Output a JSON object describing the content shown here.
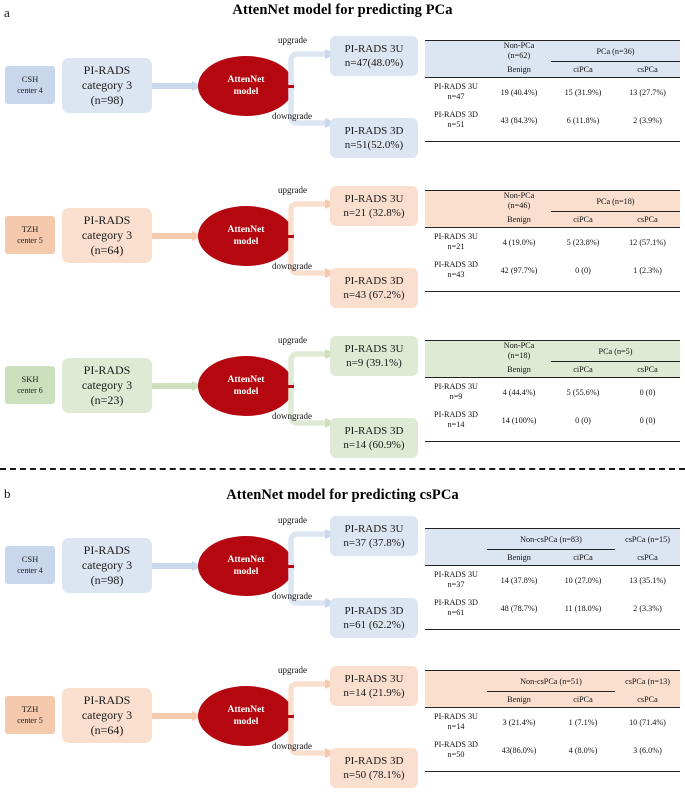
{
  "figure": {
    "panels": [
      {
        "letter": "a",
        "title": "AttenNet model for predicting PCa",
        "accent": "#dce5f2",
        "accent_dark": "#c3d3ea",
        "model_color": "#b50710",
        "blocks": [
          {
            "center": {
              "line1": "CSH",
              "line2": "center 4"
            },
            "category": {
              "line1": "PI-RADS",
              "line2": "category  3",
              "line3": "(n=98)"
            },
            "model": {
              "line1": "AttenNet",
              "line2": "model"
            },
            "edges": {
              "up": "upgrade",
              "down": "downgrade"
            },
            "upgrade": {
              "line1": "PI-RADS 3U",
              "line2": "n=47(48.0%)"
            },
            "downgrade": {
              "line1": "PI-RADS 3D",
              "line2": "n=51(52.0%)"
            },
            "table": {
              "group_left": {
                "line1": "Non-PCa",
                "line2": "(n=62)"
              },
              "group_right": "PCa (n=36)",
              "columns": [
                "Benign",
                "ciPCa",
                "csPCa"
              ],
              "rows": [
                {
                  "label1": "PI-RADS 3U",
                  "label2": "n=47",
                  "cells": [
                    "19 (40.4%)",
                    "15 (31.9%)",
                    "13 (27.7%)"
                  ]
                },
                {
                  "label1": "PI-RADS 3D",
                  "label2": "n=51",
                  "cells": [
                    "43 (84.3%)",
                    "6 (11.8%)",
                    "2 (3.9%)"
                  ]
                }
              ]
            }
          },
          {
            "center": {
              "line1": "TZH",
              "line2": "center 5"
            },
            "category": {
              "line1": "PI-RADS",
              "line2": "category  3",
              "line3": "(n=64)"
            },
            "model": {
              "line1": "AttenNet",
              "line2": "model"
            },
            "edges": {
              "up": "upgrade",
              "down": "downgrade"
            },
            "upgrade": {
              "line1": "PI-RADS 3U",
              "line2": "n=21 (32.8%)"
            },
            "downgrade": {
              "line1": "PI-RADS 3D",
              "line2": "n=43 (67.2%)"
            },
            "table": {
              "group_left": {
                "line1": "Non-PCa",
                "line2": "(n=46)"
              },
              "group_right": "PCa (n=18)",
              "columns": [
                "Benign",
                "ciPCa",
                "csPCa"
              ],
              "rows": [
                {
                  "label1": "PI-RADS 3U",
                  "label2": "n=21",
                  "cells": [
                    "4 (19.0%)",
                    "5 (23.8%)",
                    "12 (57.1%)"
                  ]
                },
                {
                  "label1": "PI-RADS 3D",
                  "label2": "n=43",
                  "cells": [
                    "42 (97.7%)",
                    "0 (0)",
                    "1 (2.3%)"
                  ]
                }
              ]
            }
          },
          {
            "center": {
              "line1": "SKH",
              "line2": "center 6"
            },
            "category": {
              "line1": "PI-RADS",
              "line2": "category  3",
              "line3": "(n=23)"
            },
            "model": {
              "line1": "AttenNet",
              "line2": "model"
            },
            "edges": {
              "up": "upgrade",
              "down": "downgrade"
            },
            "upgrade": {
              "line1": "PI-RADS 3U",
              "line2": "n=9 (39.1%)"
            },
            "downgrade": {
              "line1": "PI-RADS 3D",
              "line2": "n=14 (60.9%)"
            },
            "table": {
              "group_left": {
                "line1": "Non-PCa",
                "line2": "(n=18)"
              },
              "group_right": "PCa (n=5)",
              "columns": [
                "Benign",
                "ciPCa",
                "csPCa"
              ],
              "rows": [
                {
                  "label1": "PI-RADS 3U",
                  "label2": "n=9",
                  "cells": [
                    "4 (44.4%)",
                    "5 (55.6%)",
                    "0 (0)"
                  ]
                },
                {
                  "label1": "PI-RADS 3D",
                  "label2": "n=14",
                  "cells": [
                    "14 (100%)",
                    "0 (0)",
                    "0 (0)"
                  ]
                }
              ]
            }
          }
        ]
      },
      {
        "letter": "b",
        "title": "AttenNet model for predicting csPCa",
        "blocks": [
          {
            "center": {
              "line1": "CSH",
              "line2": "center 4"
            },
            "category": {
              "line1": "PI-RADS",
              "line2": "category  3",
              "line3": "(n=98)"
            },
            "model": {
              "line1": "AttenNet",
              "line2": "model"
            },
            "edges": {
              "up": "upgrade",
              "down": "downgrade"
            },
            "upgrade": {
              "line1": "PI-RADS 3U",
              "line2": "n=37 (37.8%)"
            },
            "downgrade": {
              "line1": "PI-RADS 3D",
              "line2": "n=61 (62.2%)"
            },
            "table": {
              "group_left": "Non-csPCa (n=83)",
              "group_right": "csPCa (n=15)",
              "columns": [
                "Benign",
                "ciPCa",
                "csPCa"
              ],
              "rows": [
                {
                  "label1": "PI-RADS 3U",
                  "label2": "n=37",
                  "cells": [
                    "14 (37.8%)",
                    "10 (27.0%)",
                    "13 (35.1%)"
                  ]
                },
                {
                  "label1": "PI-RADS 3D",
                  "label2": "n=61",
                  "cells": [
                    "48 (78.7%)",
                    "11 (18.0%)",
                    "2 (3.3%)"
                  ]
                }
              ]
            }
          },
          {
            "center": {
              "line1": "TZH",
              "line2": "center 5"
            },
            "category": {
              "line1": "PI-RADS",
              "line2": "category  3",
              "line3": "(n=64)"
            },
            "model": {
              "line1": "AttenNet",
              "line2": "model"
            },
            "edges": {
              "up": "upgrade",
              "down": "downgrade"
            },
            "upgrade": {
              "line1": "PI-RADS 3U",
              "line2": "n=14 (21.9%)"
            },
            "downgrade": {
              "line1": "PI-RADS 3D",
              "line2": "n=50 (78.1%)"
            },
            "table": {
              "group_left": "Non-csPCa (n=51)",
              "group_right": "csPCa (n=13)",
              "columns": [
                "Benign",
                "ciPCa",
                "csPCa"
              ],
              "rows": [
                {
                  "label1": "PI-RADS 3U",
                  "label2": "n=14",
                  "cells": [
                    "3 (21.4%)",
                    "1 (7.1%)",
                    "10 (71.4%)"
                  ]
                },
                {
                  "label1": "PI-RADS 3D",
                  "label2": "n=50",
                  "cells": [
                    "43(86.0%)",
                    "4 (8.0%)",
                    "3 (6.0%)"
                  ]
                }
              ]
            }
          }
        ]
      }
    ],
    "colors": {
      "blue_fill": "#dce5f2",
      "blue_tag": "#c9d7ec",
      "peach_fill": "#fadfcf",
      "peach_tag": "#f5c9ab",
      "green_fill": "#dfead4",
      "green_tag": "#cde0bd",
      "model_red": "#b50710",
      "rule": "#222222"
    }
  }
}
